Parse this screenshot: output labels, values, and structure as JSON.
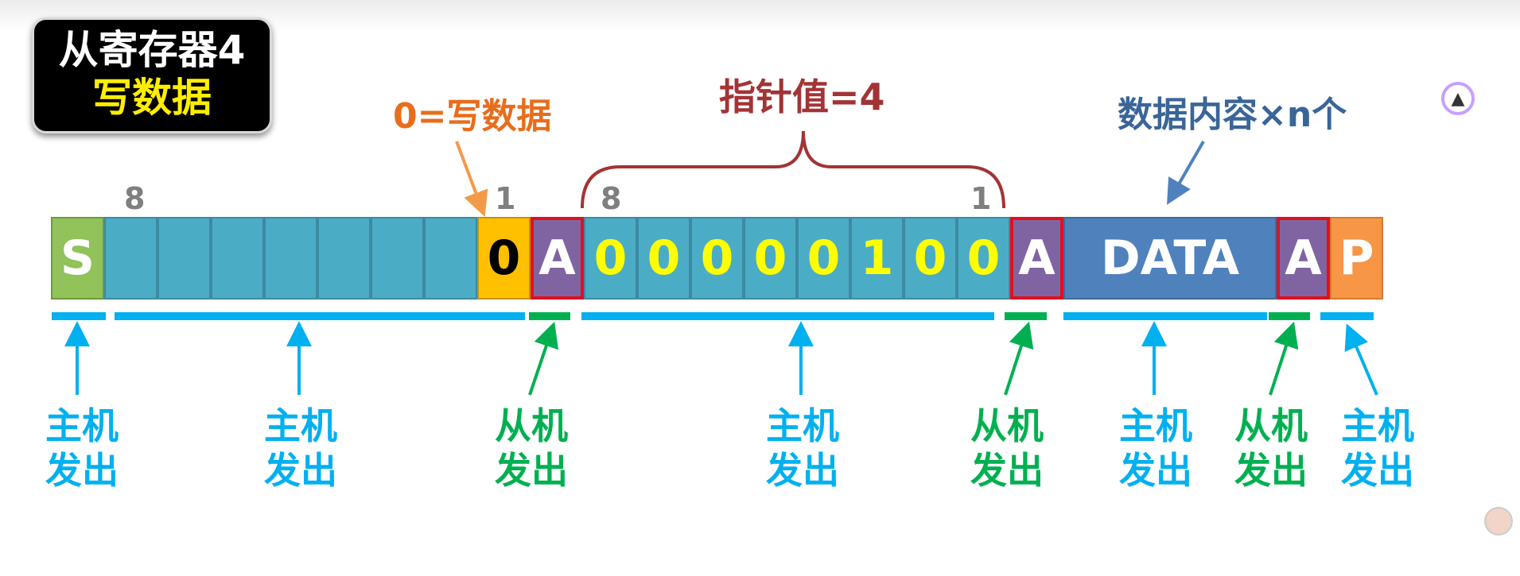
{
  "title": {
    "line1": "从寄存器4",
    "line2": "写数据"
  },
  "labels": {
    "rw_note": "0=写数据",
    "pointer_note": "指针值=4",
    "data_note": "数据内容×n个"
  },
  "bit_numbers": {
    "addr_start": "8",
    "addr_end": "1",
    "reg_start": "8",
    "reg_end": "1"
  },
  "frame": {
    "start": "S",
    "address_bits": [
      "",
      "",
      "",
      "",
      "",
      "",
      ""
    ],
    "rw_bit": "0",
    "ack1": "A",
    "register_bits": [
      "0",
      "0",
      "0",
      "0",
      "0",
      "1",
      "0",
      "0"
    ],
    "ack2": "A",
    "data": "DATA",
    "ack3": "A",
    "stop": "P"
  },
  "captions": {
    "master": [
      "主机",
      "发出"
    ],
    "slave": [
      "从机",
      "发出"
    ]
  },
  "colors": {
    "master": "#00b0f0",
    "slave": "#00b050",
    "start": "#92c25a",
    "address": "#4bacc6",
    "rw": "#ffc000",
    "ack": "#8064a2",
    "data": "#4f81bd",
    "stop": "#f79646",
    "orange_label": "#e86d1c",
    "brown_label": "#a23436",
    "blue_label": "#3a6598"
  },
  "icons": {
    "top_right": "bilibili-logo",
    "badge": "tv-badge-icon",
    "avatar": "uploader-avatar"
  }
}
